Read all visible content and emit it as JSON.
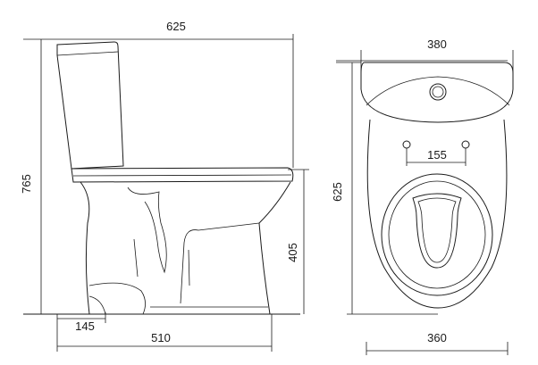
{
  "dimensions": {
    "side_total_length": "625",
    "side_total_height": "765",
    "side_seat_height": "405",
    "side_base_length": "510",
    "side_outlet_offset": "145",
    "top_tank_width": "380",
    "top_total_length": "625",
    "top_bolt_spacing": "155",
    "top_bowl_width": "360"
  }
}
